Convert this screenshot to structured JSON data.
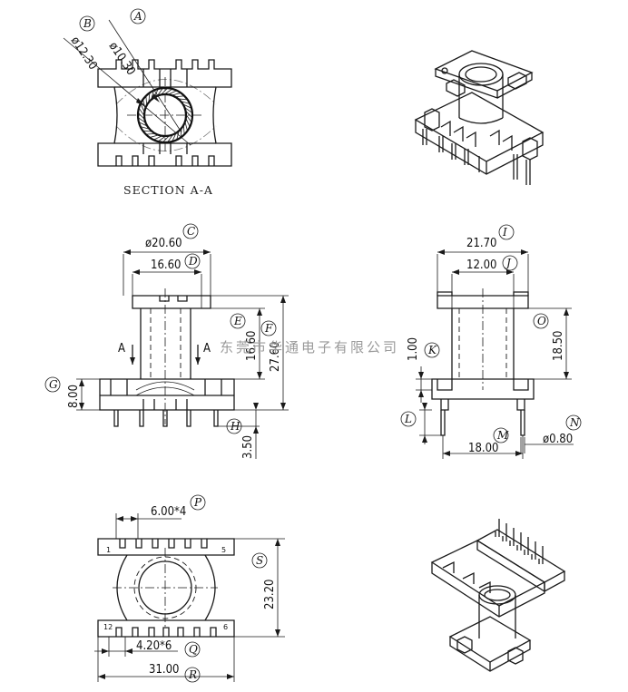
{
  "section_caption": "SECTION A-A",
  "section_letter": "A",
  "watermark": "东莞市华通电子有限公司",
  "dimensions": {
    "A": "ø10.30",
    "B": "ø12.30",
    "C": "ø20.60",
    "D": "16.60",
    "E": "8.00",
    "F": "3.50",
    "G": "16.60",
    "H": "27.60",
    "I": "21.70",
    "J": "12.00",
    "K": "1.00",
    "L": "",
    "M": "18.00",
    "N": "ø0.80",
    "O": "18.50",
    "P": "6.00*4",
    "Q": "4.20*6",
    "R": "31.00",
    "S": "23.20"
  },
  "callouts": [
    "A",
    "B",
    "C",
    "D",
    "E",
    "F",
    "G",
    "H",
    "I",
    "J",
    "K",
    "L",
    "M",
    "N",
    "O",
    "P",
    "Q",
    "R",
    "S"
  ],
  "pin_numbers": {
    "top_left": "1",
    "top_right": "5",
    "bottom_left": "12",
    "bottom_right": "6"
  }
}
